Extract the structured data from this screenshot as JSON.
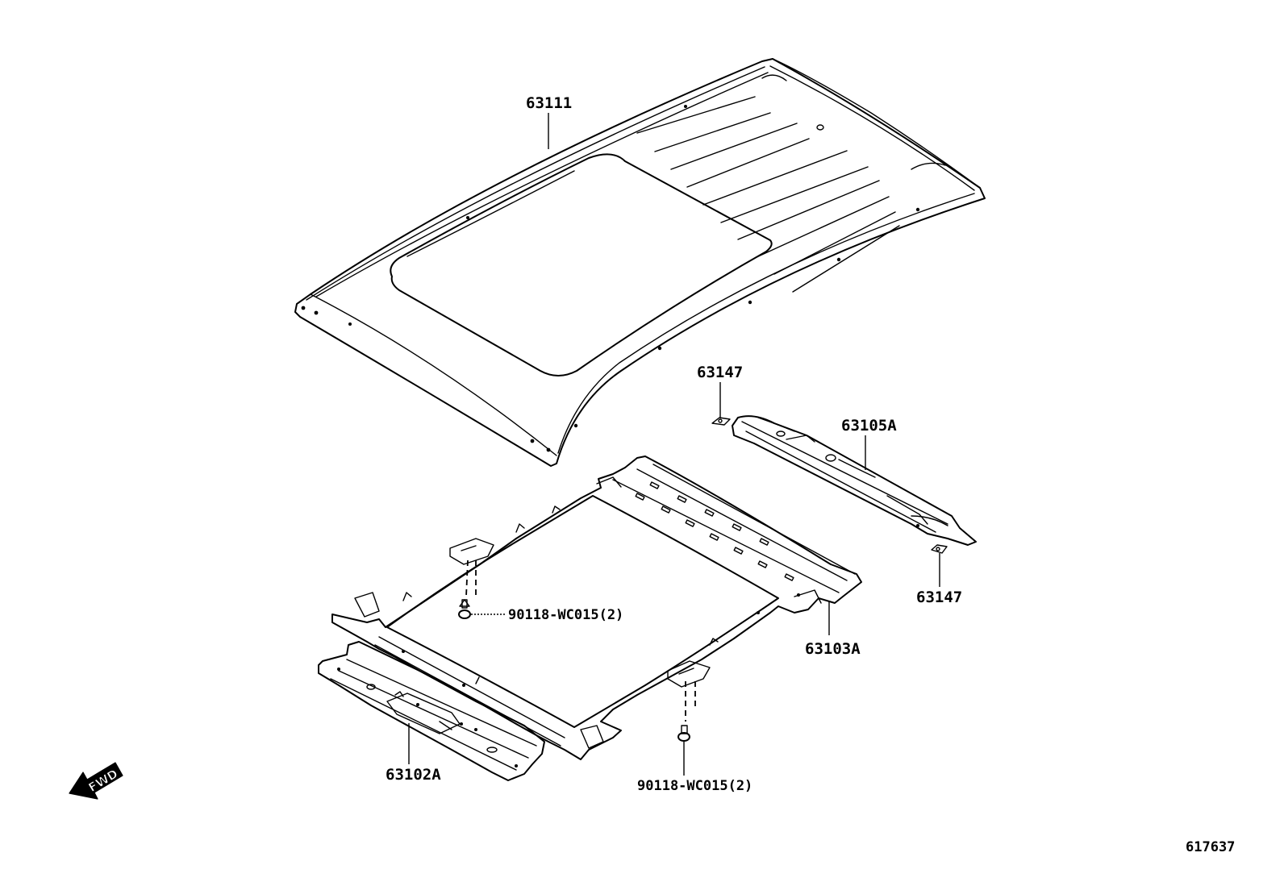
{
  "parts": {
    "roof_panel": "63111",
    "clip_upper": "63147",
    "rear_header": "63105A",
    "clip_lower": "63147",
    "sunroof_reinforcement": "63103A",
    "front_header": "63102A",
    "bolt_upper": "90118-WC015(2)",
    "bolt_lower": "90118-WC015(2)"
  },
  "fwd_label": "FWD",
  "diagram_id": "617637"
}
